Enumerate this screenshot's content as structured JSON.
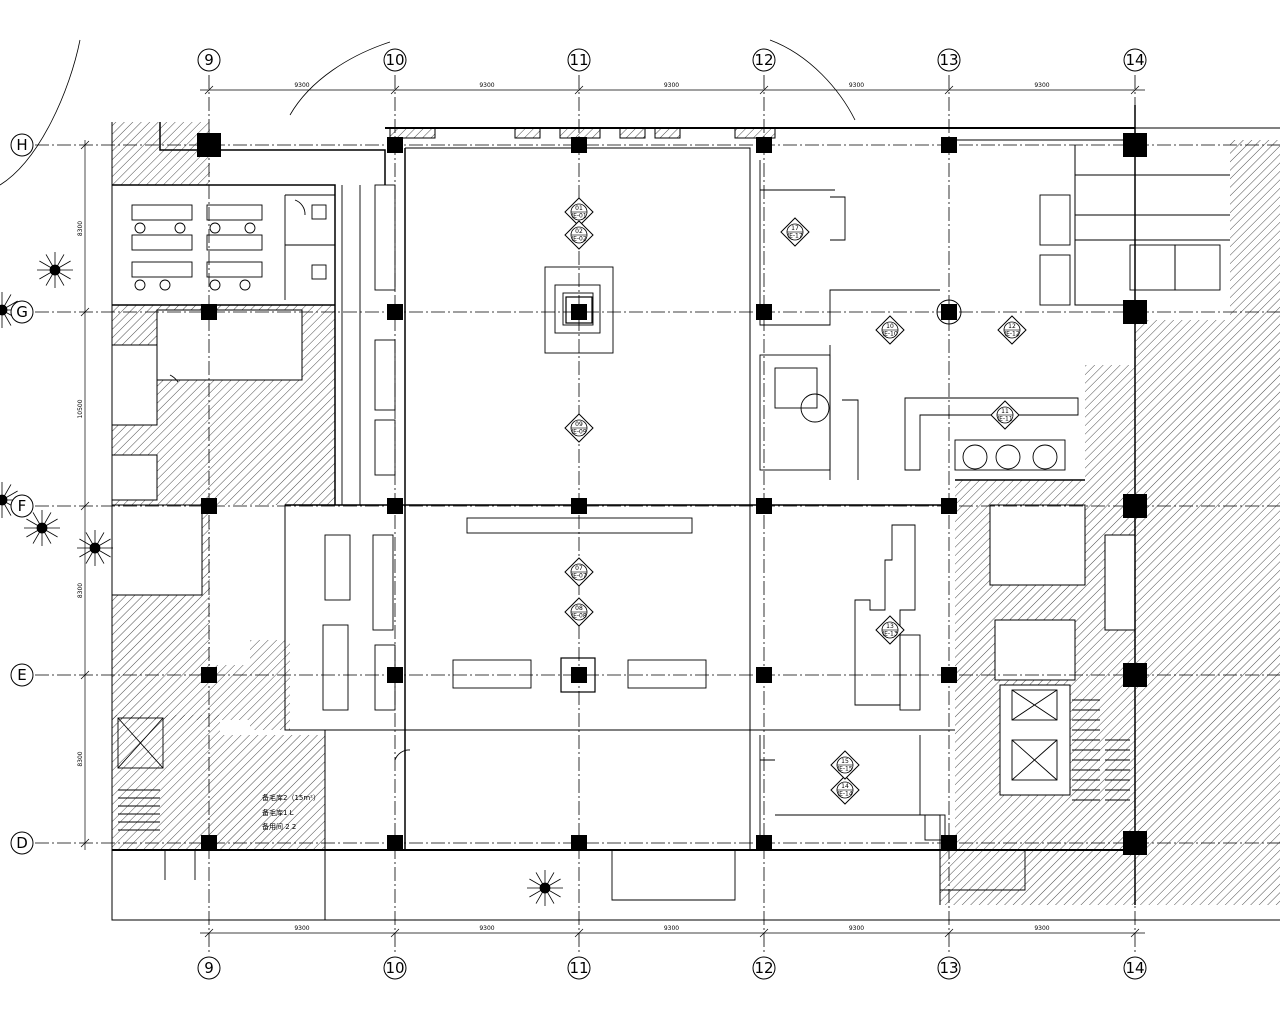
{
  "grid": {
    "columns": [
      "9",
      "10",
      "11",
      "12",
      "13",
      "14"
    ],
    "rows": [
      "H",
      "G",
      "F",
      "E",
      "D"
    ]
  },
  "dimensions": {
    "bay_spacing": [
      "9300",
      "9300",
      "9300",
      "9300",
      "9300"
    ],
    "left_spacing": [
      "8300",
      "10500",
      "8300",
      "8300"
    ]
  },
  "rooms": {
    "room_a": "备毛库2（15m²）",
    "room_b": "备毛库1 L",
    "room_c": "备用间 2 2"
  },
  "elevation_tags": [
    {
      "num": "01",
      "ref": "IE-01"
    },
    {
      "num": "02",
      "ref": "IE-02"
    },
    {
      "num": "07",
      "ref": "IE-07"
    },
    {
      "num": "08",
      "ref": "IE-08"
    },
    {
      "num": "09",
      "ref": "IE-09"
    },
    {
      "num": "10",
      "ref": "IE-10"
    },
    {
      "num": "11",
      "ref": "IE-11"
    },
    {
      "num": "12",
      "ref": "IE-12"
    },
    {
      "num": "13",
      "ref": "IE-13"
    },
    {
      "num": "14",
      "ref": "IE-14"
    },
    {
      "num": "15",
      "ref": "IE-15"
    },
    {
      "num": "17",
      "ref": "IE-17"
    }
  ],
  "colors": {
    "line": "#000000",
    "hatch": "#000000",
    "background": "#ffffff"
  }
}
